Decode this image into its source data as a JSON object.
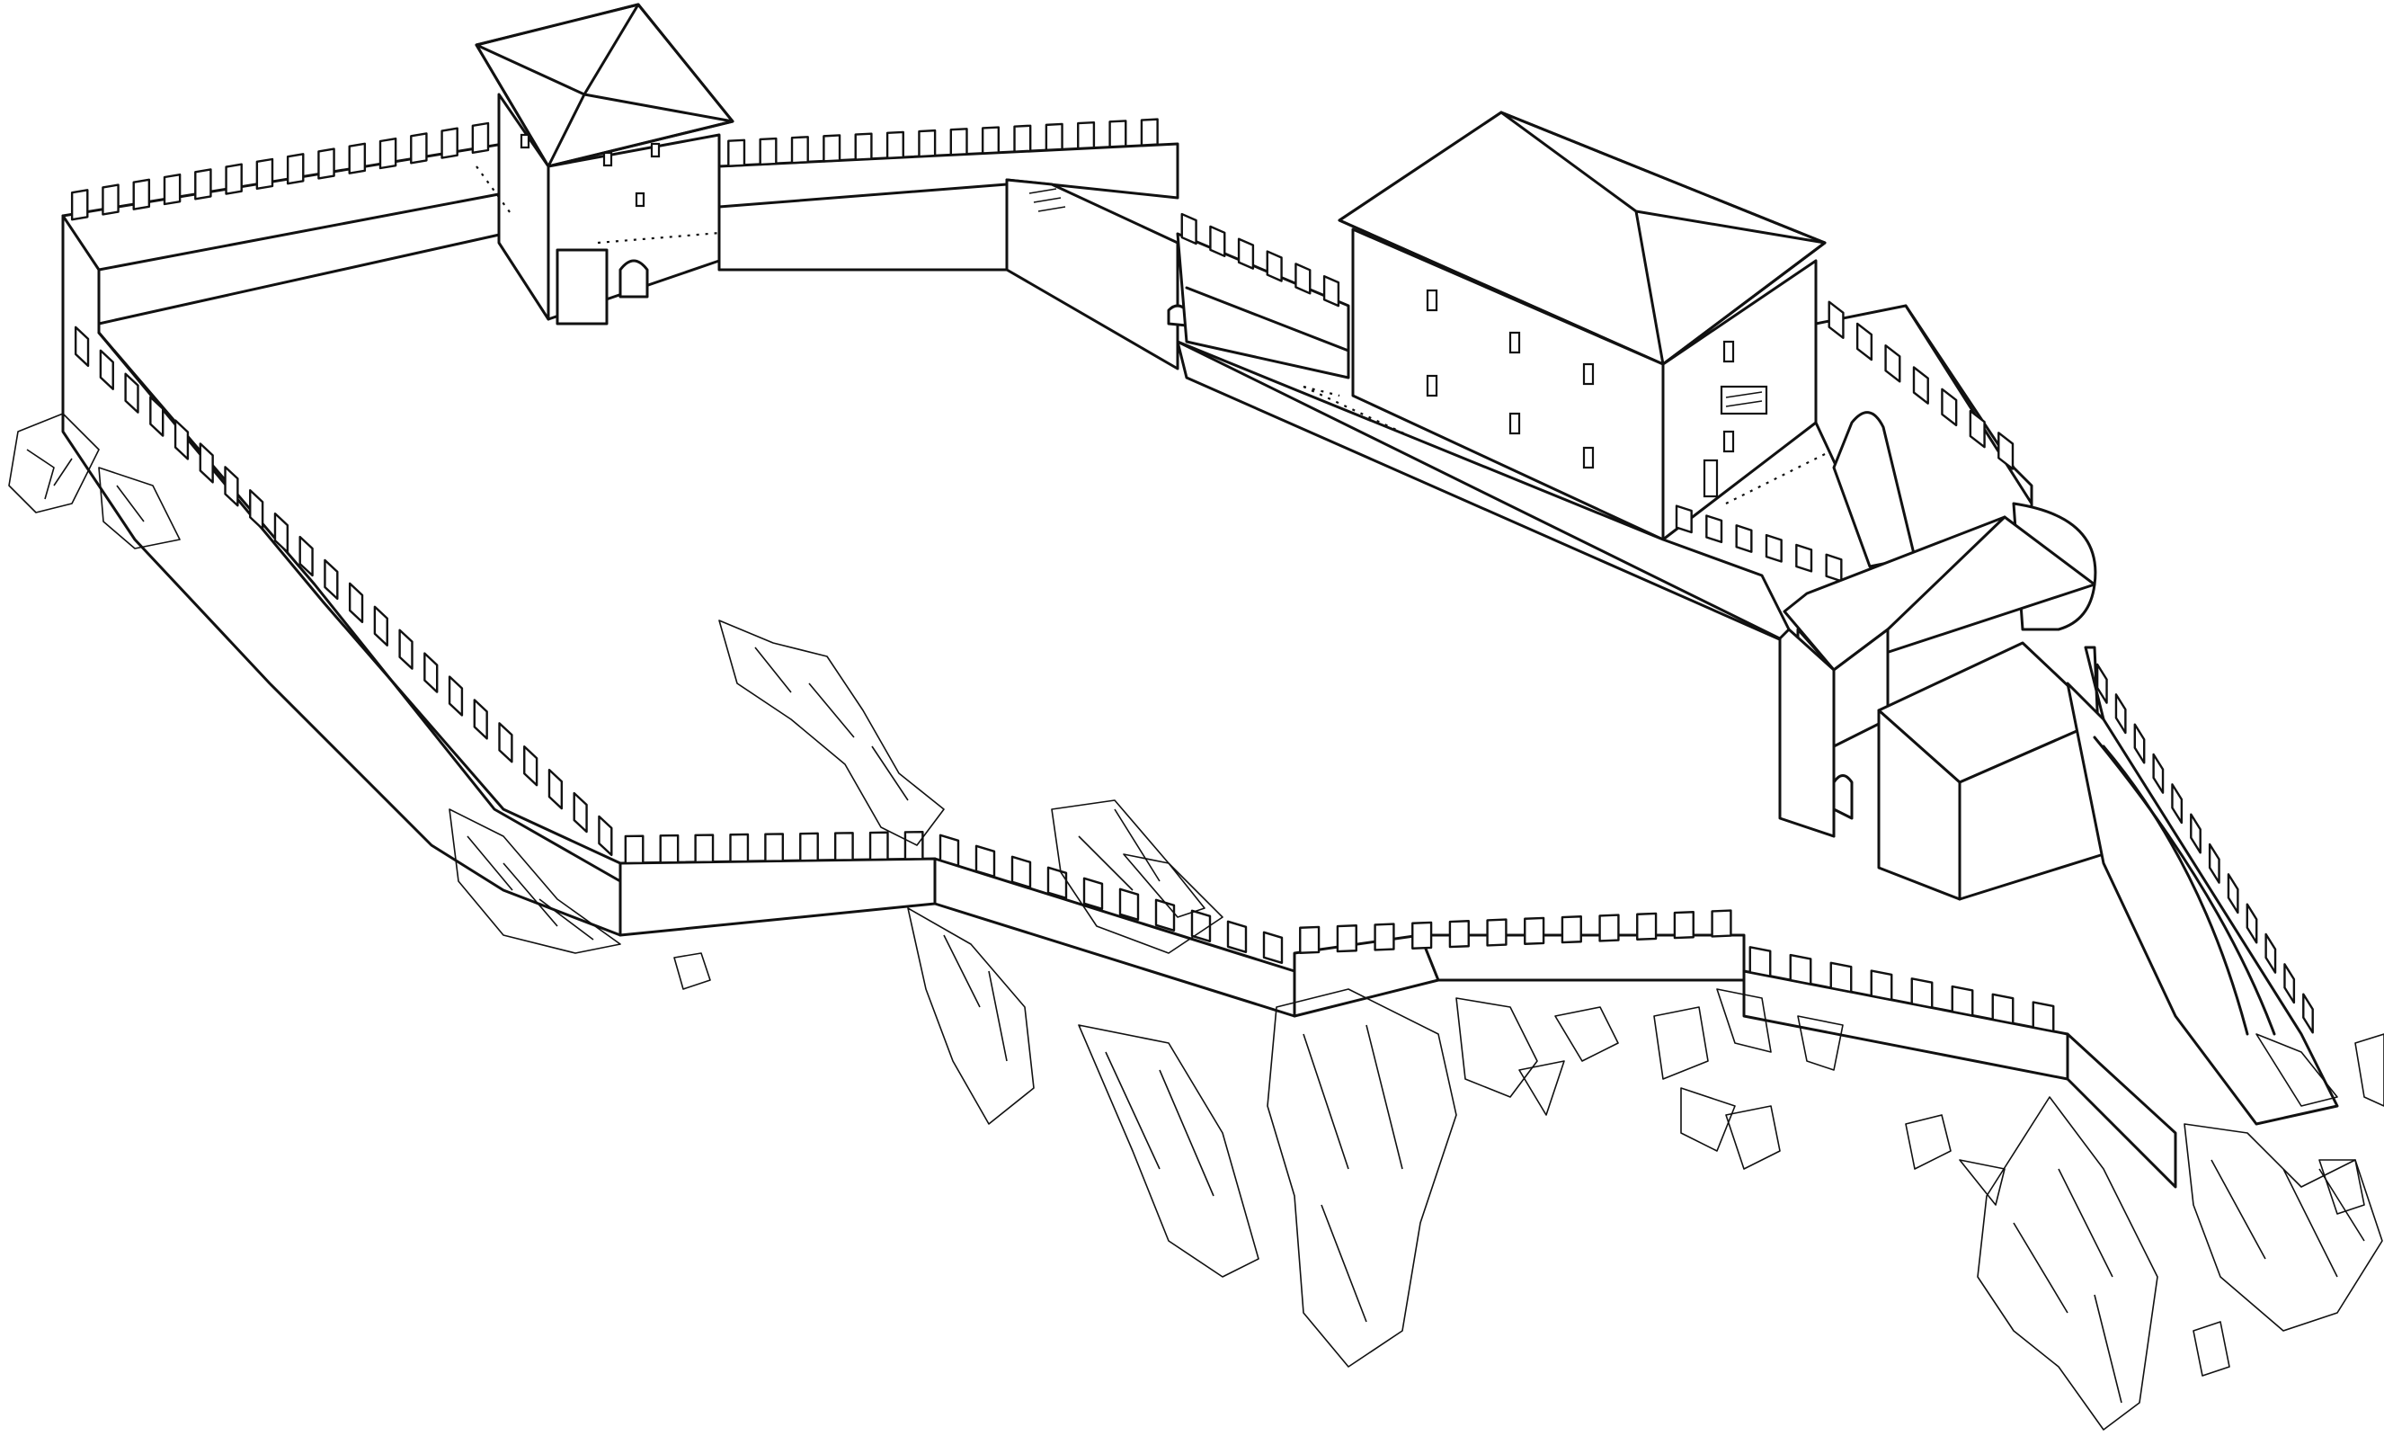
{
  "illustration": {
    "style": "line drawing",
    "background_color": "#ffffff",
    "line_color": "#111111",
    "parts": [
      "crenellated-curtain-wall",
      "gate-tower",
      "main-house",
      "chapel",
      "rock-outcrops"
    ]
  }
}
